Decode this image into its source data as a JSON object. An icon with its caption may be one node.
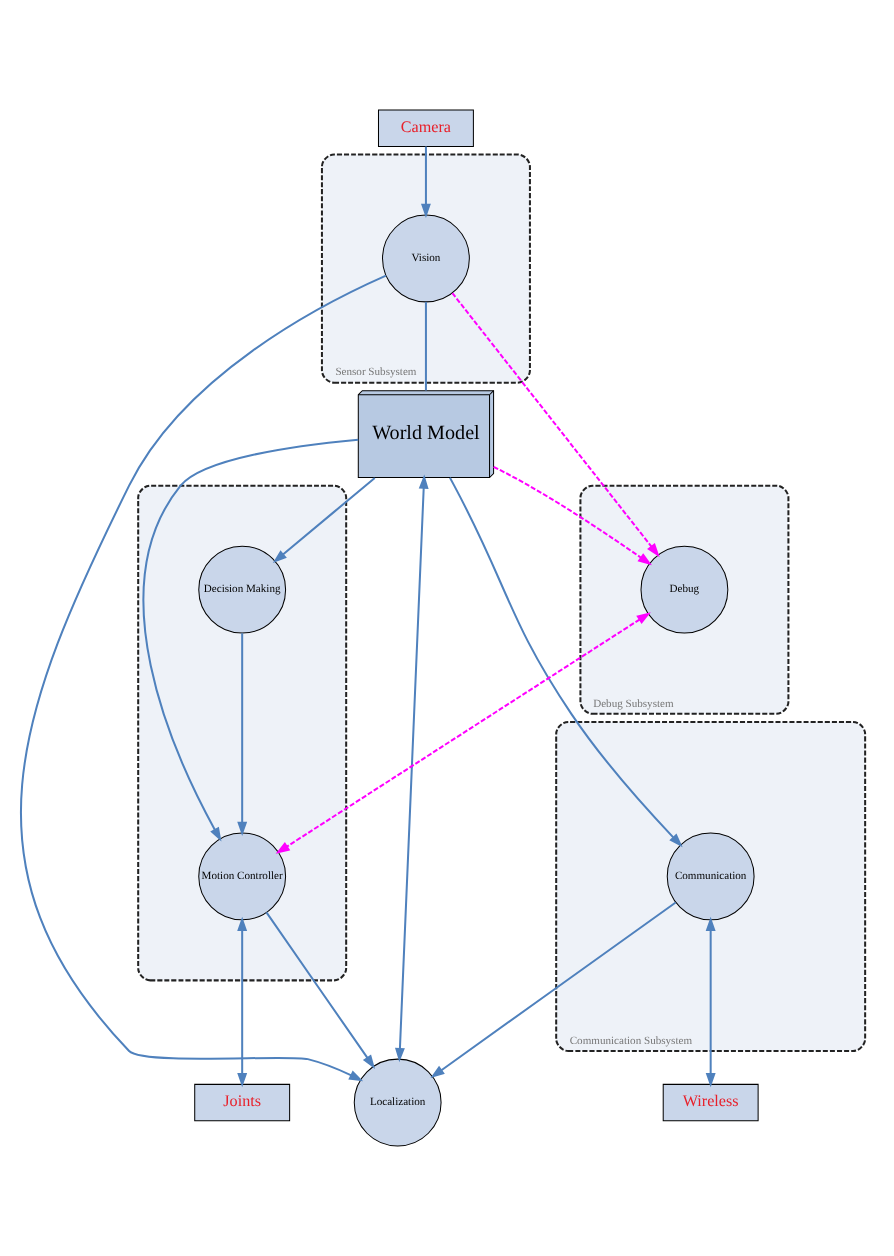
{
  "diagram": {
    "nodes": [
      {
        "text": [
          "Camera"
        ]
      },
      {
        "text": [
          "Sensor Subsystem"
        ]
      },
      {
        "text": [
          "Vision"
        ],
        "in": 1
      },
      {
        "text": [
          "World Model"
        ]
      },
      {
        "text": [],
        "shape": "box"
      },
      {
        "text": [
          "Decision Making"
        ],
        "in": 4
      },
      {
        "text": [
          "Motion Controller"
        ],
        "in": 4
      },
      {
        "text": [
          "Localization"
        ]
      },
      {
        "text": [
          "Joints"
        ]
      },
      {
        "text": [
          "Communication Subsystem"
        ]
      },
      {
        "text": [
          "Communication"
        ],
        "in": 9
      },
      {
        "text": [
          "Wireless"
        ]
      },
      {
        "text": [
          "Debug Subsystem"
        ]
      },
      {
        "text": [
          "Debug"
        ],
        "in": 12
      }
    ],
    "edges": [
      {
        "from": 0,
        "to": 2,
        "arrow": "to"
      },
      {
        "from": 2,
        "to": 3,
        "arrow": "none"
      },
      {
        "from": 3,
        "to": 10,
        "arrow": "to"
      },
      {
        "from": 2,
        "to": 7,
        "arrow": "to"
      },
      {
        "from": 3,
        "to": 5,
        "arrow": "to"
      },
      {
        "from": 3,
        "to": 6,
        "arrow": "to"
      },
      {
        "from": 5,
        "to": 6,
        "arrow": "to"
      },
      {
        "from": 3,
        "to": 7,
        "arrow": "both"
      },
      {
        "from": 6,
        "to": 7,
        "arrow": "to"
      },
      {
        "from": 10,
        "to": 7,
        "arrow": "to"
      },
      {
        "from": 6,
        "to": 8,
        "arrow": "both"
      },
      {
        "from": 10,
        "to": 11,
        "arrow": "both"
      },
      {
        "from": 2,
        "to": 13,
        "arrow": "to",
        "style": "dashed",
        "color": "#ff00ff"
      },
      {
        "from": 3,
        "to": 13,
        "arrow": "to",
        "style": "dashed",
        "color": "#ff00ff"
      },
      {
        "from": 13,
        "to": 6,
        "arrow": "both",
        "style": "dashed",
        "color": "#ff00ff"
      }
    ]
  }
}
